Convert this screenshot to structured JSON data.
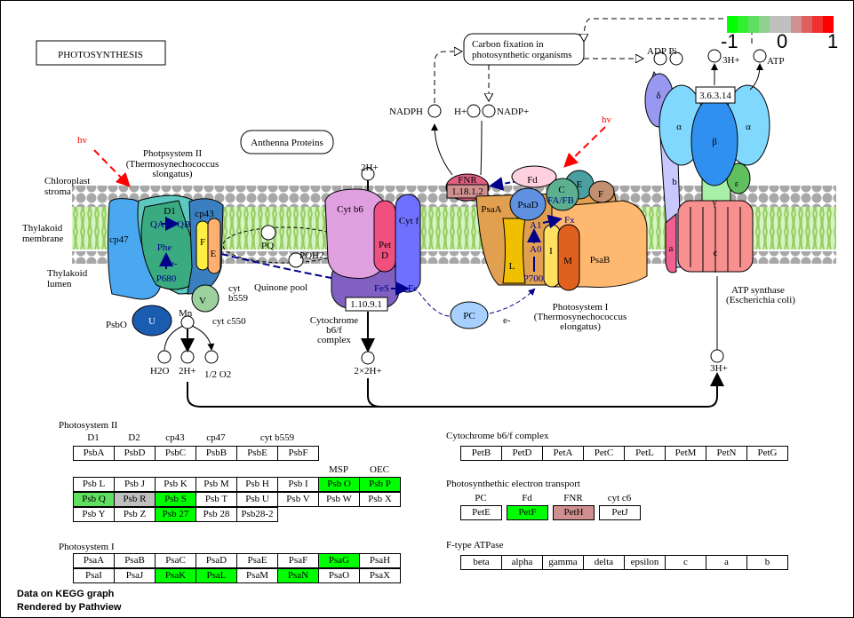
{
  "title": "PHOTOSYNTHESIS",
  "carbon_fixation": [
    "Carbon fixation in",
    "photosynthetic organisms"
  ],
  "antenna": "Anthenna Proteins",
  "hv": "hv",
  "regions": {
    "stroma": [
      "Chloroplast",
      "stroma"
    ],
    "membrane": [
      "Thylakoid",
      "membrane"
    ],
    "lumen": [
      "Thylakoid",
      "lumen"
    ]
  },
  "psii": {
    "title": [
      "Photpsystem II",
      "(Thermosynechococcus",
      "slongatus)"
    ],
    "cp47": "cp47",
    "d1": "D1",
    "cp43": "cp43",
    "qa": "QA",
    "qb": "QB",
    "phe": "Phe",
    "e": "e-",
    "p680": "P680",
    "f": "F",
    "e_sub": "E",
    "v": "V",
    "u": "U",
    "psbo": "PsbO",
    "mn": "Mn",
    "cytb559": [
      "cyt",
      "b559"
    ],
    "cytc550": "cyt c550",
    "h2o": "H2O",
    "h2": "2H+",
    "o2": "1/2 O2"
  },
  "quinone": {
    "pq": "PQ",
    "pqh2": "PQH2",
    "pool": "Quinone pool"
  },
  "cytb6f": {
    "h_in": "2H+",
    "cytb6": "Cyt b6",
    "pet": "Pet",
    "d": "D",
    "cytf": "Cyt f",
    "fes": "FeS",
    "fe": "Fe",
    "ec": "1.10.9.1",
    "title": [
      "Cytochrome",
      "b6/f",
      "complex"
    ],
    "h_out": "2×2H+"
  },
  "pc": {
    "label": "PC",
    "e": "e-"
  },
  "nadp": {
    "nadph": "NADPH",
    "h": "H+",
    "nadp": "NADP+"
  },
  "fnr": {
    "label": "FNR",
    "ec": "1.18.1.2"
  },
  "psi": {
    "fd": "Fd",
    "psad": "PsaD",
    "c": "C",
    "e": "E",
    "f": "F",
    "fafb": "FA/FB",
    "fx": "Fx",
    "a1": "A1",
    "a0": "A0",
    "p700": "P700",
    "psaa": "PsaA",
    "l": "L",
    "i": "I",
    "m": "M",
    "psab": "PsaB",
    "title": [
      "Photosystem I",
      "(Thermosynechococcus",
      "elongatus)"
    ]
  },
  "atp": {
    "adp": "ADP Pi",
    "h_out": "3H+",
    "atp": "ATP",
    "ec": "3.6.3.14",
    "delta": "δ",
    "alpha": "α",
    "beta": "β",
    "b": "b",
    "epsilon": "ε",
    "gamma": "γ",
    "a": "a",
    "c": "c",
    "title": [
      "ATP synthase",
      "(Escherichia coli)"
    ],
    "h_in": "3H+"
  },
  "legend": {
    "colors": [
      "#00ff00",
      "#30f030",
      "#60e060",
      "#90d090",
      "#c0c0c0",
      "#c0c0c0",
      "#d09090",
      "#e06060",
      "#f03030",
      "#ff0000"
    ],
    "labels": [
      "-1",
      "0",
      "1"
    ]
  },
  "tables": {
    "psii": {
      "title": "Photosystem II",
      "headers1": [
        "D1",
        "D2",
        "cp43",
        "cp47",
        "cyt b559"
      ],
      "row1": [
        {
          "t": "PsbA"
        },
        {
          "t": "PsbD"
        },
        {
          "t": "PsbC"
        },
        {
          "t": "PsbB"
        },
        {
          "t": "PsbE"
        },
        {
          "t": "PsbF"
        }
      ],
      "headers2": [
        "MSP",
        "OEC"
      ],
      "row2": [
        {
          "t": "Psb L"
        },
        {
          "t": "Psb J"
        },
        {
          "t": "Psb K"
        },
        {
          "t": "Psb M"
        },
        {
          "t": "Psb H"
        },
        {
          "t": "Psb I"
        },
        {
          "t": "Psb O",
          "c": "#00ff00"
        },
        {
          "t": "Psb P",
          "c": "#00ff00"
        }
      ],
      "row3": [
        {
          "t": "Psb Q",
          "c": "#60e060"
        },
        {
          "t": "Psb R",
          "c": "#c0c0c0"
        },
        {
          "t": "Psb S",
          "c": "#00ff00"
        },
        {
          "t": "Psb T"
        },
        {
          "t": "Psb U"
        },
        {
          "t": "Psb V"
        },
        {
          "t": "Psb W"
        },
        {
          "t": "Psb X"
        }
      ],
      "row4": [
        {
          "t": "Psb Y"
        },
        {
          "t": "Psb Z"
        },
        {
          "t": "Psb 27",
          "c": "#00ff00"
        },
        {
          "t": "Psb 28"
        },
        {
          "t": "Psb28-2"
        }
      ]
    },
    "psi": {
      "title": "Photosystem I",
      "row1": [
        {
          "t": "PsaA"
        },
        {
          "t": "PsaB"
        },
        {
          "t": "PsaC"
        },
        {
          "t": "PsaD"
        },
        {
          "t": "PsaE"
        },
        {
          "t": "PsaF"
        },
        {
          "t": "PsaG",
          "c": "#00ff00"
        },
        {
          "t": "PsaH"
        }
      ],
      "row2": [
        {
          "t": "PsaI"
        },
        {
          "t": "PsaJ"
        },
        {
          "t": "PsaK",
          "c": "#00ff00"
        },
        {
          "t": "PsaL",
          "c": "#00ff00"
        },
        {
          "t": "PsaM"
        },
        {
          "t": "PsaN",
          "c": "#00ff00"
        },
        {
          "t": "PsaO"
        },
        {
          "t": "PsaX"
        }
      ]
    },
    "cyt": {
      "title": "Cytochrome b6/f complex",
      "row1": [
        {
          "t": "PetB"
        },
        {
          "t": "PetD"
        },
        {
          "t": "PetA"
        },
        {
          "t": "PetC"
        },
        {
          "t": "PetL"
        },
        {
          "t": "PetM"
        },
        {
          "t": "PetN"
        },
        {
          "t": "PetG"
        }
      ]
    },
    "pet": {
      "title": "Photosynthethic electron transport",
      "headers": [
        "PC",
        "Fd",
        "FNR",
        "cyt c6"
      ],
      "row1": [
        {
          "t": "PetE"
        },
        {
          "t": "PetF",
          "c": "#00ff00"
        },
        {
          "t": "PetH",
          "c": "#d09090"
        },
        {
          "t": "PetJ"
        }
      ]
    },
    "atpase": {
      "title": "F-type ATPase",
      "row1": [
        {
          "t": "beta"
        },
        {
          "t": "alpha"
        },
        {
          "t": "gamma"
        },
        {
          "t": "delta"
        },
        {
          "t": "epsilon"
        },
        {
          "t": "c"
        },
        {
          "t": "a"
        },
        {
          "t": "b"
        }
      ]
    }
  },
  "footer": [
    "Data on KEGG graph",
    "Rendered by Pathview"
  ]
}
